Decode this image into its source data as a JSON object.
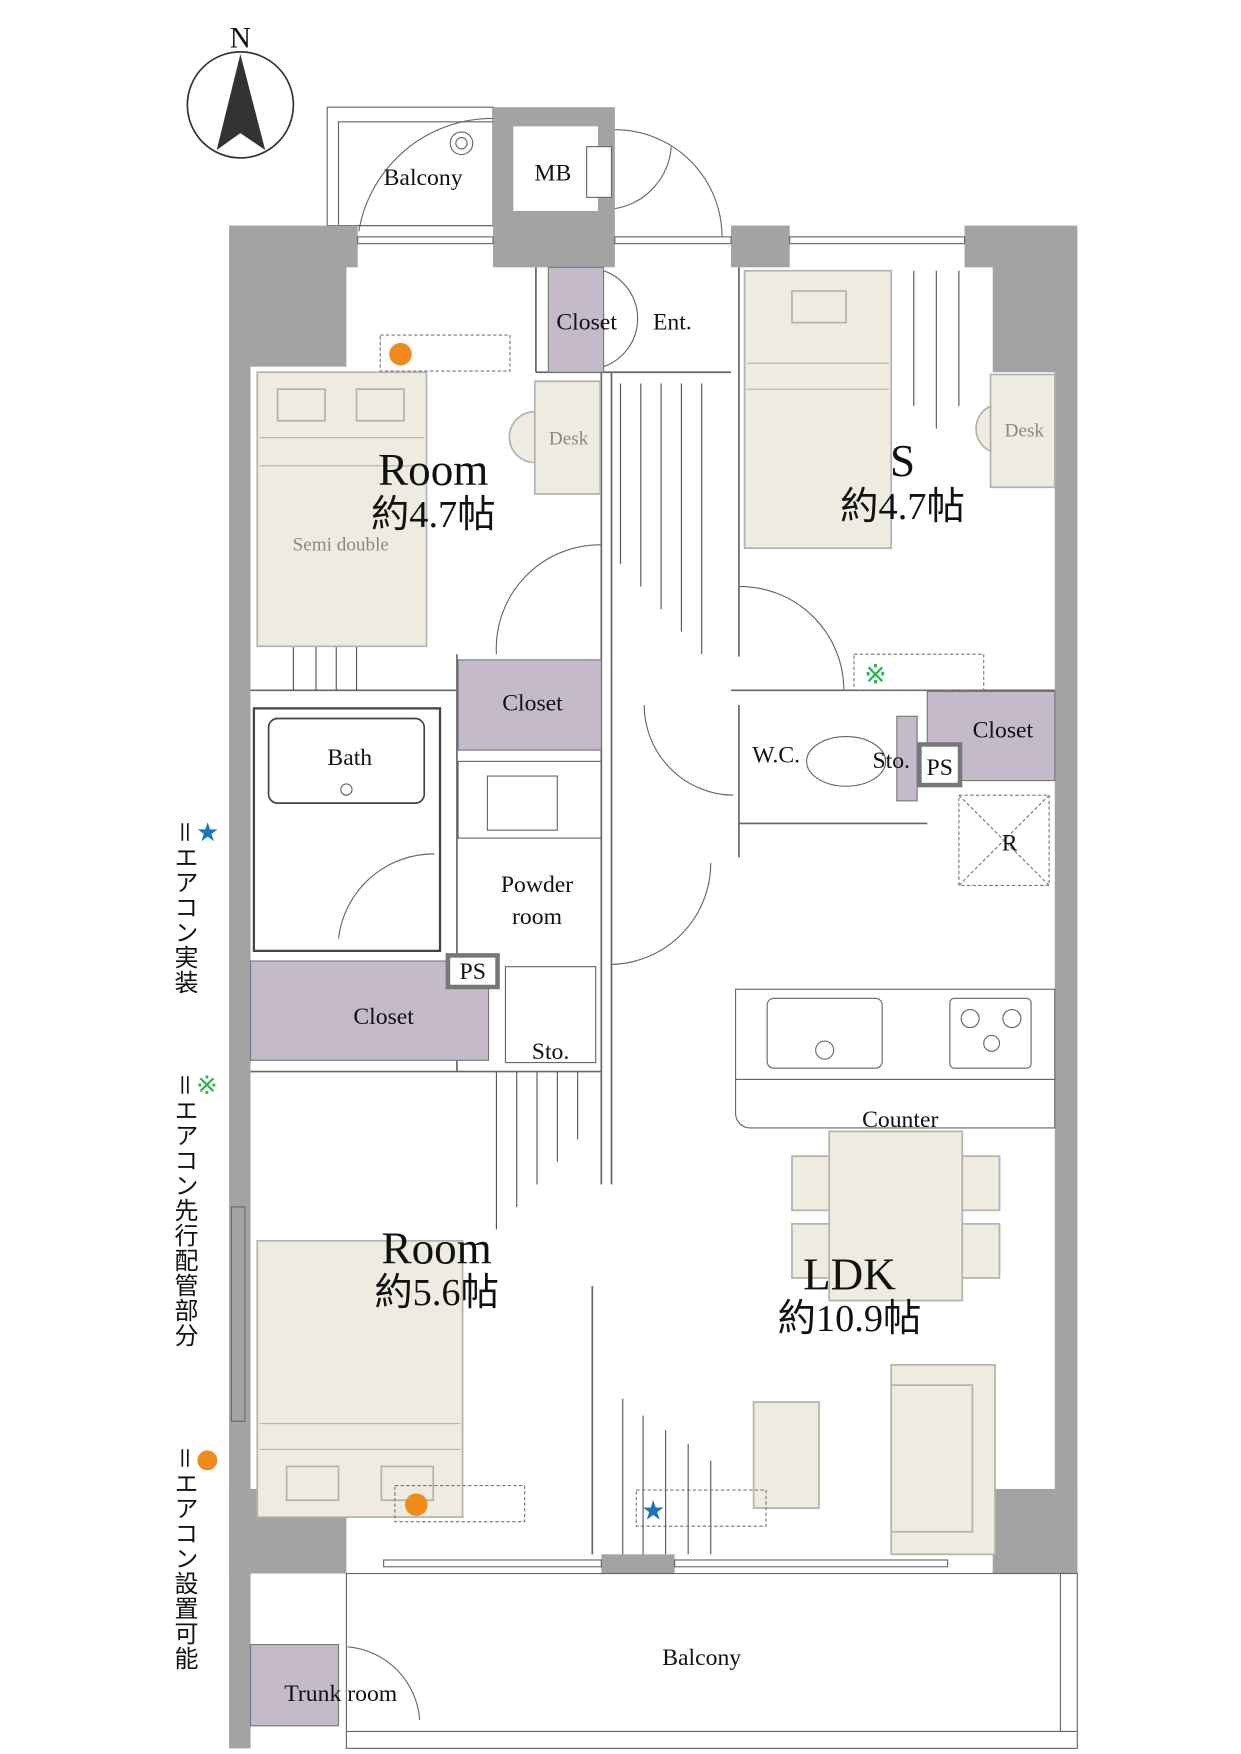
{
  "compass": {
    "label": "N"
  },
  "rooms": {
    "balcony_top": "Balcony",
    "mb": "MB",
    "closet_ent": "Closet",
    "entrance": "Ent.",
    "room1_name": "Room",
    "room1_size": "約4.7帖",
    "bed1": "Semi double",
    "desk1": "Desk",
    "s_name": "S",
    "s_size": "約4.7帖",
    "desk2": "Desk",
    "closet_mid": "Closet",
    "bath": "Bath",
    "powder": "Powder",
    "powder2": "room",
    "wc": "W.C.",
    "sto_wc": "Sto.",
    "ps1": "PS",
    "closet_right": "Closet",
    "refrigerator": "R",
    "ps2": "PS",
    "closet_left": "Closet",
    "sto_powder": "Sto.",
    "counter": "Counter",
    "room2_name": "Room",
    "room2_size": "約5.6帖",
    "ldk_name": "LDK",
    "ldk_size": "約10.9帖",
    "balcony_bottom": "Balcony",
    "trunk": "Trunk room"
  },
  "legend": [
    {
      "icon": "star-icon",
      "symbol": "★",
      "color": "#1b75bc",
      "text": "＝エアコン実装"
    },
    {
      "icon": "kome-icon",
      "symbol": "※",
      "color": "#2bb24c",
      "text": "＝エアコン先行配管部分"
    },
    {
      "icon": "dot-icon",
      "symbol": "●",
      "color": "#f08a1c",
      "text": "＝エアコン設置可能"
    }
  ],
  "colors": {
    "wall": "#a3a3a3",
    "closet": "#c4bac9",
    "furniture": "#eeebe0"
  }
}
